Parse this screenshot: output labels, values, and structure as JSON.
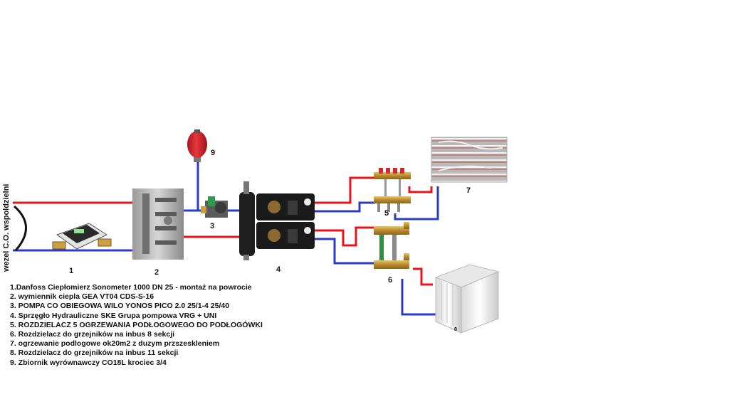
{
  "colors": {
    "supply": "#e3141b",
    "return": "#2b3cc4",
    "tank": "#d4262c",
    "floor": "#c94b4b"
  },
  "side_label": "wezel C.O. wspoldzielni",
  "numbers": {
    "n1": "1",
    "n2": "2",
    "n3": "3",
    "n4": "4",
    "n5": "5",
    "n6": "6",
    "n7": "7",
    "n8": "8",
    "n9": "9"
  },
  "legend": [
    "1.Danfoss Ciepłomierz Sonometer 1000 DN 25 - montaż na powrocie",
    "2. wymiennik ciepla GEA VT04 CDS-S-16",
    "3. POMPA CO OBIEGOWA WILO YONOS PICO 2.0 25/1-4 25/40",
    "4. Sprzęgło Hydrauliczne SKE Grupa pompowa VRG + UNI",
    "5. ROZDZIELACZ 5 OGRZEWANIA PODŁOGOWEGO DO PODŁOGÓWKI",
    "6. Rozdzielacz do grzejników na inbus 8 sekcji",
    "7. ogrzewanie podlogowe ok20m2 z duzym przszeskleniem",
    "8. Rozdzielacz do grzejników na inbus 11 sekcji",
    "9. Zbiornik wyrównawczy CO18L krociec 3/4"
  ]
}
